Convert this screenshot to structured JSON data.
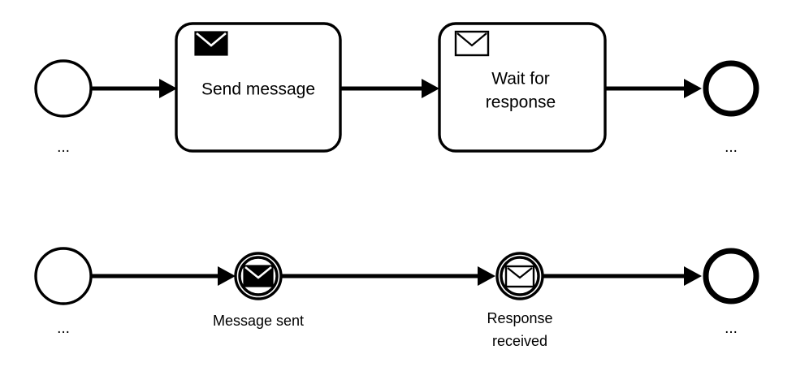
{
  "diagram": {
    "type": "bpmn-process-diagram",
    "background_color": "#ffffff",
    "stroke_color": "#000000",
    "rows": [
      {
        "id": "row-task-level",
        "name": "task-row",
        "nodes": [
          {
            "id": "start-1",
            "kind": "start-event",
            "label": "",
            "caption": "..."
          },
          {
            "id": "task-send",
            "kind": "send-task",
            "label": "Send message",
            "icon": "envelope-filled-icon"
          },
          {
            "id": "task-wait",
            "kind": "receive-task",
            "label_line1": "Wait for",
            "label_line2": "response",
            "icon": "envelope-outline-icon"
          },
          {
            "id": "end-1",
            "kind": "end-event",
            "label": "",
            "caption": "..."
          }
        ]
      },
      {
        "id": "row-event-level",
        "name": "event-row",
        "nodes": [
          {
            "id": "start-2",
            "kind": "start-event",
            "label": "",
            "caption": "..."
          },
          {
            "id": "event-message-sent",
            "kind": "intermediate-throw-event",
            "label": "Message sent",
            "icon": "envelope-filled-icon"
          },
          {
            "id": "event-response-received",
            "kind": "intermediate-catch-event",
            "label_line1": "Response",
            "label_line2": "received",
            "icon": "envelope-outline-icon"
          },
          {
            "id": "end-2",
            "kind": "end-event",
            "label": "",
            "caption": "..."
          }
        ]
      }
    ]
  },
  "labels": {
    "send_message": "Send message",
    "wait_for_line1": "Wait for",
    "wait_for_line2": "response",
    "message_sent": "Message sent",
    "response_received_line1": "Response",
    "response_received_line2": "received",
    "ellipsis": "..."
  }
}
